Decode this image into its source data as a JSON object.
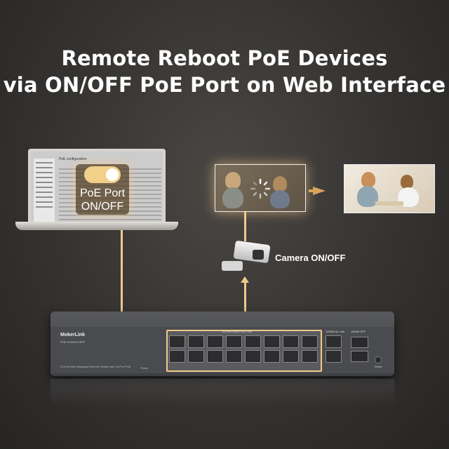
{
  "headline": {
    "line1": "Remote Reboot PoE Devices",
    "line2": "via ON/OFF PoE Port on Web Interface"
  },
  "laptop": {
    "screen_header": "PoE configuration",
    "overlay_label": "PoE Port\nON/OFF",
    "toggle_state": "on"
  },
  "camera": {
    "label": "Camera ON/OFF"
  },
  "switch": {
    "brand": "MokerLink",
    "model": "POE-S1804S-2SFP",
    "description": "20-Port Web Managed Ethernet Switch with 16-Port PoE",
    "power_label": "Power",
    "band_label": "10/100/1000M PoE Link",
    "uplink_label": "1000M Up Link",
    "sfp_label": "1000M SFP",
    "reset_label": "Reset",
    "poe_port_count": 16
  },
  "colors": {
    "accent": "#f1c98a",
    "arrow": "#d9a35a"
  }
}
